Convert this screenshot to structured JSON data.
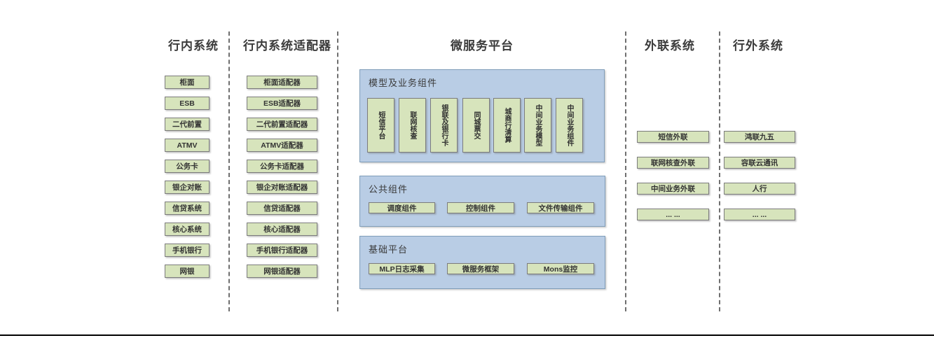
{
  "diagram": {
    "title_note": "bank microservice architecture diagram",
    "colors": {
      "box_green": "#d7e4bc",
      "panel_blue": "#b9cde5",
      "box_border": "#7c7c7c",
      "panel_border": "#7f9db9",
      "divider_gray": "#6f6f6f",
      "text_dark": "#3a3a3a"
    },
    "columns": {
      "internal": {
        "header": "行内系统",
        "items": [
          "柜面",
          "ESB",
          "二代前置",
          "ATMV",
          "公务卡",
          "银企对账",
          "信贷系统",
          "核心系统",
          "手机银行",
          "网银"
        ]
      },
      "adapters": {
        "header": "行内系统适配器",
        "items": [
          "柜面适配器",
          "ESB适配器",
          "二代前置适配器",
          "ATMV适配器",
          "公务卡适配器",
          "银企对账适配器",
          "信贷适配器",
          "核心适配器",
          "手机银行适配器",
          "网银适配器"
        ]
      },
      "platform": {
        "header": "微服务平台",
        "model_section": {
          "label": "模型及业务组件",
          "items": [
            "短信平台",
            "联网核查",
            "银联及银行卡",
            "同城票交",
            "城商行清算",
            "中间业务模型",
            "中间业务组件"
          ]
        },
        "common_section": {
          "label": "公共组件",
          "items": [
            "调度组件",
            "控制组件",
            "文件传输组件"
          ]
        },
        "base_section": {
          "label": "基础平台",
          "items": [
            "MLP日志采集",
            "微服务框架",
            "Mons监控"
          ]
        }
      },
      "outreach": {
        "header": "外联系统",
        "items": [
          "短信外联",
          "联网核查外联",
          "中间业务外联",
          "... ..."
        ]
      },
      "external": {
        "header": "行外系统",
        "items": [
          "鸿联九五",
          "容联云通讯",
          "人行",
          "... ..."
        ]
      }
    }
  }
}
